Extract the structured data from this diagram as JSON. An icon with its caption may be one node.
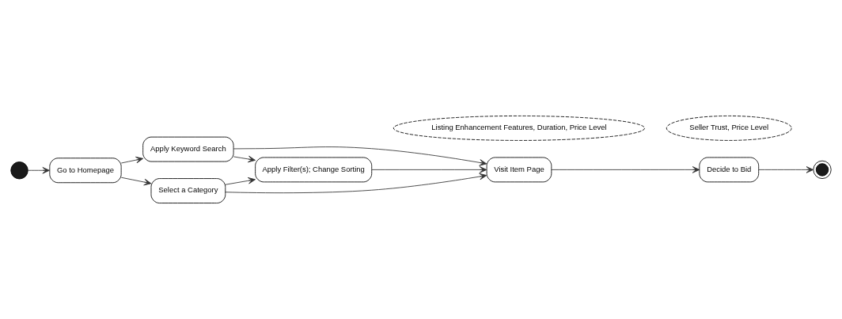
{
  "diagram": {
    "nodes": [
      {
        "text": [],
        "shape": "circle"
      },
      {
        "text": [
          "Go to Homepage"
        ]
      },
      {
        "text": [
          "Apply Keyword Search"
        ]
      },
      {
        "text": [
          "Apply Filter(s); Change Sorting"
        ]
      },
      {
        "text": [
          "Select a Category"
        ]
      },
      {
        "text": [
          "Visit Item Page"
        ]
      },
      {
        "text": [
          "Decide to Bid"
        ]
      },
      {
        "text": [],
        "shape": "circle"
      },
      {
        "text": [
          "Listing Enhancement Features, Duration, Price Level"
        ]
      },
      {
        "text": [
          "Seller Trust, Price Level"
        ]
      }
    ],
    "edges": [
      {
        "from": 0,
        "to": 1,
        "arrow": "to"
      },
      {
        "from": 1,
        "to": 2,
        "arrow": "to"
      },
      {
        "from": 1,
        "to": 4,
        "arrow": "to"
      },
      {
        "from": 2,
        "to": 3,
        "arrow": "to"
      },
      {
        "from": 4,
        "to": 3,
        "arrow": "to"
      },
      {
        "from": 2,
        "to": 5,
        "arrow": "to"
      },
      {
        "from": 3,
        "to": 5,
        "arrow": "to"
      },
      {
        "from": 4,
        "to": 5,
        "arrow": "to"
      },
      {
        "from": 5,
        "to": 6,
        "arrow": "to"
      },
      {
        "from": 6,
        "to": 7,
        "arrow": "to"
      }
    ]
  }
}
